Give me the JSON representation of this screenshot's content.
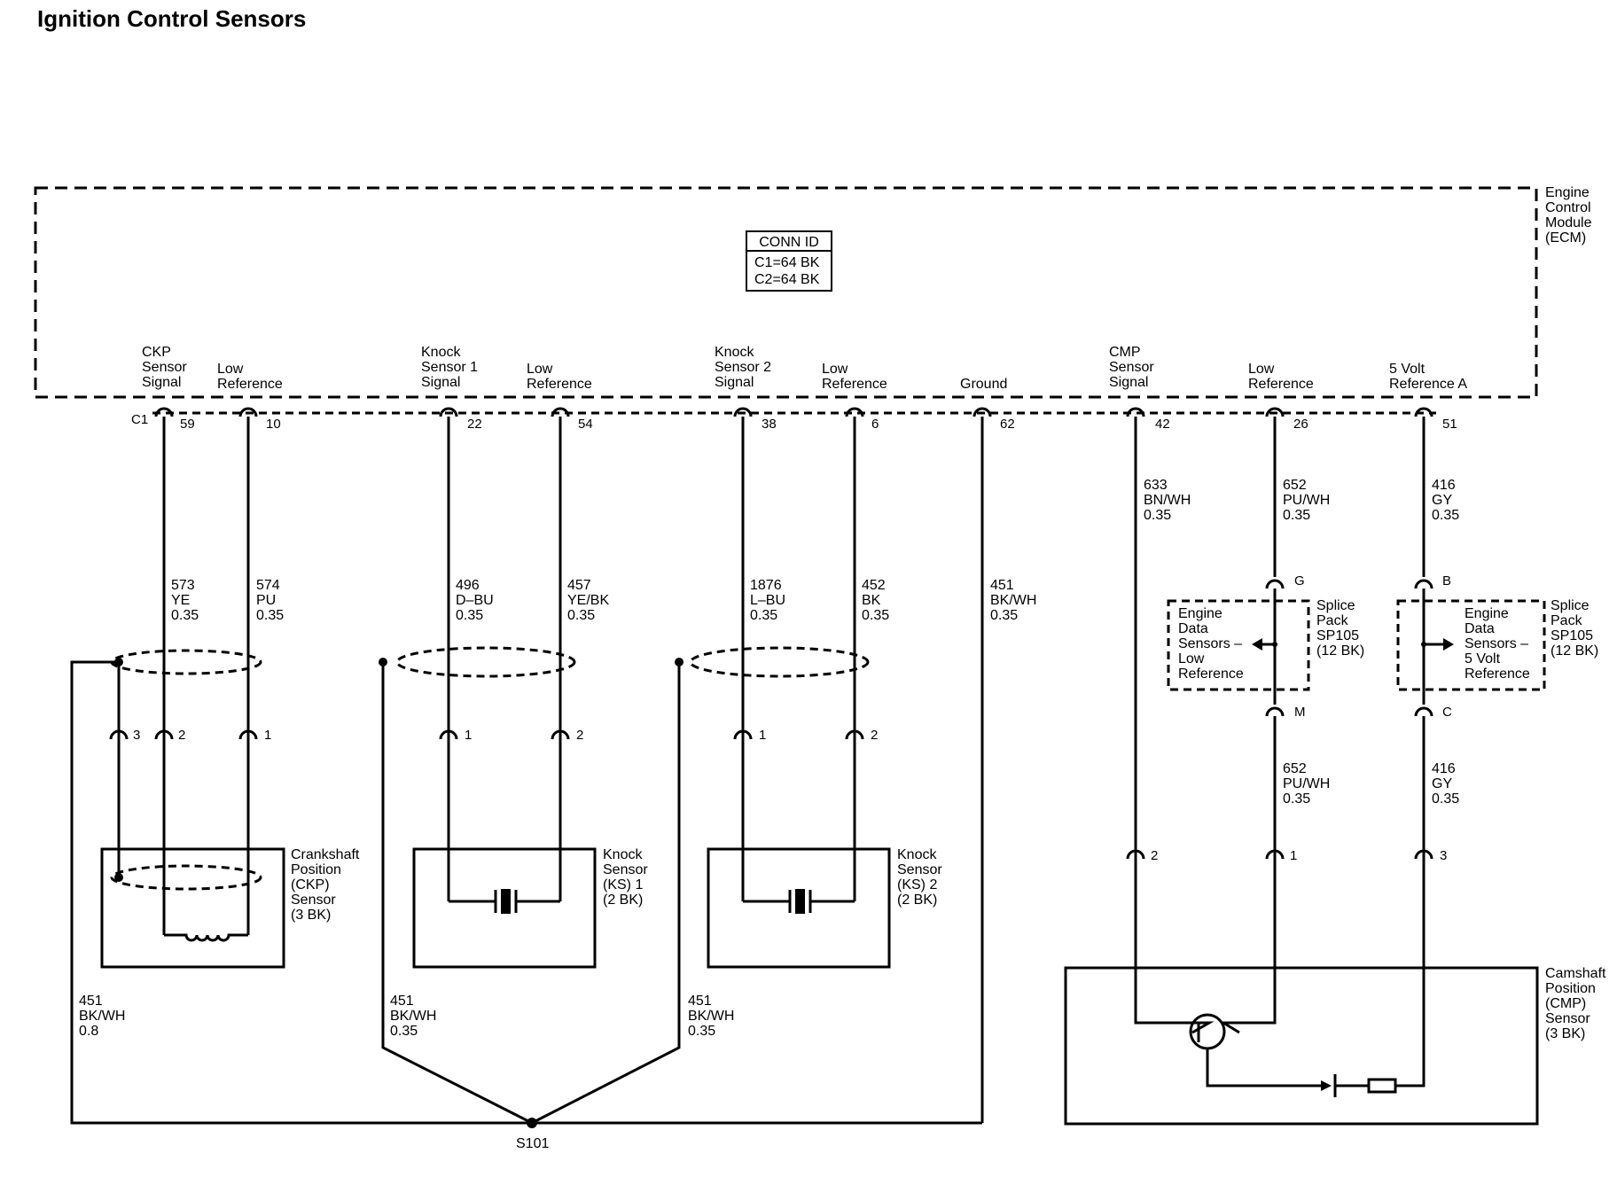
{
  "title": "Ignition Control Sensors",
  "ecm": {
    "label": [
      "Engine",
      "Control",
      "Module",
      "(ECM)"
    ],
    "conn_id_header": "CONN ID",
    "conn_id_lines": [
      "C1=64 BK",
      "C2=64 BK"
    ],
    "connector": "C1",
    "pins": [
      {
        "id": "ckp",
        "label": [
          "CKP",
          "Sensor",
          "Signal"
        ],
        "pin": "59"
      },
      {
        "id": "ckp-low",
        "label": [
          "Low",
          "Reference"
        ],
        "pin": "10"
      },
      {
        "id": "ks1",
        "label": [
          "Knock",
          "Sensor 1",
          "Signal"
        ],
        "pin": "22"
      },
      {
        "id": "ks1-low",
        "label": [
          "Low",
          "Reference"
        ],
        "pin": "54"
      },
      {
        "id": "ks2",
        "label": [
          "Knock",
          "Sensor 2",
          "Signal"
        ],
        "pin": "38"
      },
      {
        "id": "ks2-low",
        "label": [
          "Low",
          "Reference"
        ],
        "pin": "6"
      },
      {
        "id": "ground",
        "label": [
          "Ground"
        ],
        "pin": "62"
      },
      {
        "id": "cmp",
        "label": [
          "CMP",
          "Sensor",
          "Signal"
        ],
        "pin": "42"
      },
      {
        "id": "cmp-low",
        "label": [
          "Low",
          "Reference"
        ],
        "pin": "26"
      },
      {
        "id": "5v",
        "label": [
          "5 Volt",
          "Reference A"
        ],
        "pin": "51"
      }
    ]
  },
  "wires": [
    {
      "id": "w573",
      "lines": [
        "573",
        "YE",
        "0.35"
      ]
    },
    {
      "id": "w574",
      "lines": [
        "574",
        "PU",
        "0.35"
      ]
    },
    {
      "id": "w496",
      "lines": [
        "496",
        "D–BU",
        "0.35"
      ]
    },
    {
      "id": "w457",
      "lines": [
        "457",
        "YE/BK",
        "0.35"
      ]
    },
    {
      "id": "w1876",
      "lines": [
        "1876",
        "L–BU",
        "0.35"
      ]
    },
    {
      "id": "w452",
      "lines": [
        "452",
        "BK",
        "0.35"
      ]
    },
    {
      "id": "w451g",
      "lines": [
        "451",
        "BK/WH",
        "0.35"
      ]
    },
    {
      "id": "w633",
      "lines": [
        "633",
        "BN/WH",
        "0.35"
      ]
    },
    {
      "id": "w652a",
      "lines": [
        "652",
        "PU/WH",
        "0.35"
      ]
    },
    {
      "id": "w416a",
      "lines": [
        "416",
        "GY",
        "0.35"
      ]
    },
    {
      "id": "w652b",
      "lines": [
        "652",
        "PU/WH",
        "0.35"
      ]
    },
    {
      "id": "w416b",
      "lines": [
        "416",
        "GY",
        "0.35"
      ]
    },
    {
      "id": "w451a",
      "lines": [
        "451",
        "BK/WH",
        "0.8"
      ]
    },
    {
      "id": "w451b",
      "lines": [
        "451",
        "BK/WH",
        "0.35"
      ]
    },
    {
      "id": "w451c",
      "lines": [
        "451",
        "BK/WH",
        "0.35"
      ]
    }
  ],
  "sensor_pins": {
    "ckp": [
      "3",
      "2",
      "1"
    ],
    "ks1": [
      "1",
      "2"
    ],
    "ks2": [
      "1",
      "2"
    ],
    "cmp": [
      "2",
      "1",
      "3"
    ],
    "sp105_low": [
      "G",
      "M"
    ],
    "sp105_5v": [
      "B",
      "C"
    ]
  },
  "components": {
    "ckp": [
      "Crankshaft",
      "Position",
      "(CKP)",
      "Sensor",
      "(3 BK)"
    ],
    "ks1": [
      "Knock",
      "Sensor",
      "(KS) 1",
      "(2 BK)"
    ],
    "ks2": [
      "Knock",
      "Sensor",
      "(KS) 2",
      "(2 BK)"
    ],
    "cmp": [
      "Camshaft",
      "Position",
      "(CMP)",
      "Sensor",
      "(3 BK)"
    ],
    "sp_low_inner": [
      "Engine",
      "Data",
      "Sensors –",
      "Low",
      "Reference"
    ],
    "sp_5v_inner": [
      "Engine",
      "Data",
      "Sensors –",
      "5 Volt",
      "Reference"
    ],
    "sp_label": [
      "Splice",
      "Pack",
      "SP105",
      "(12 BK)"
    ]
  },
  "splice": "S101"
}
